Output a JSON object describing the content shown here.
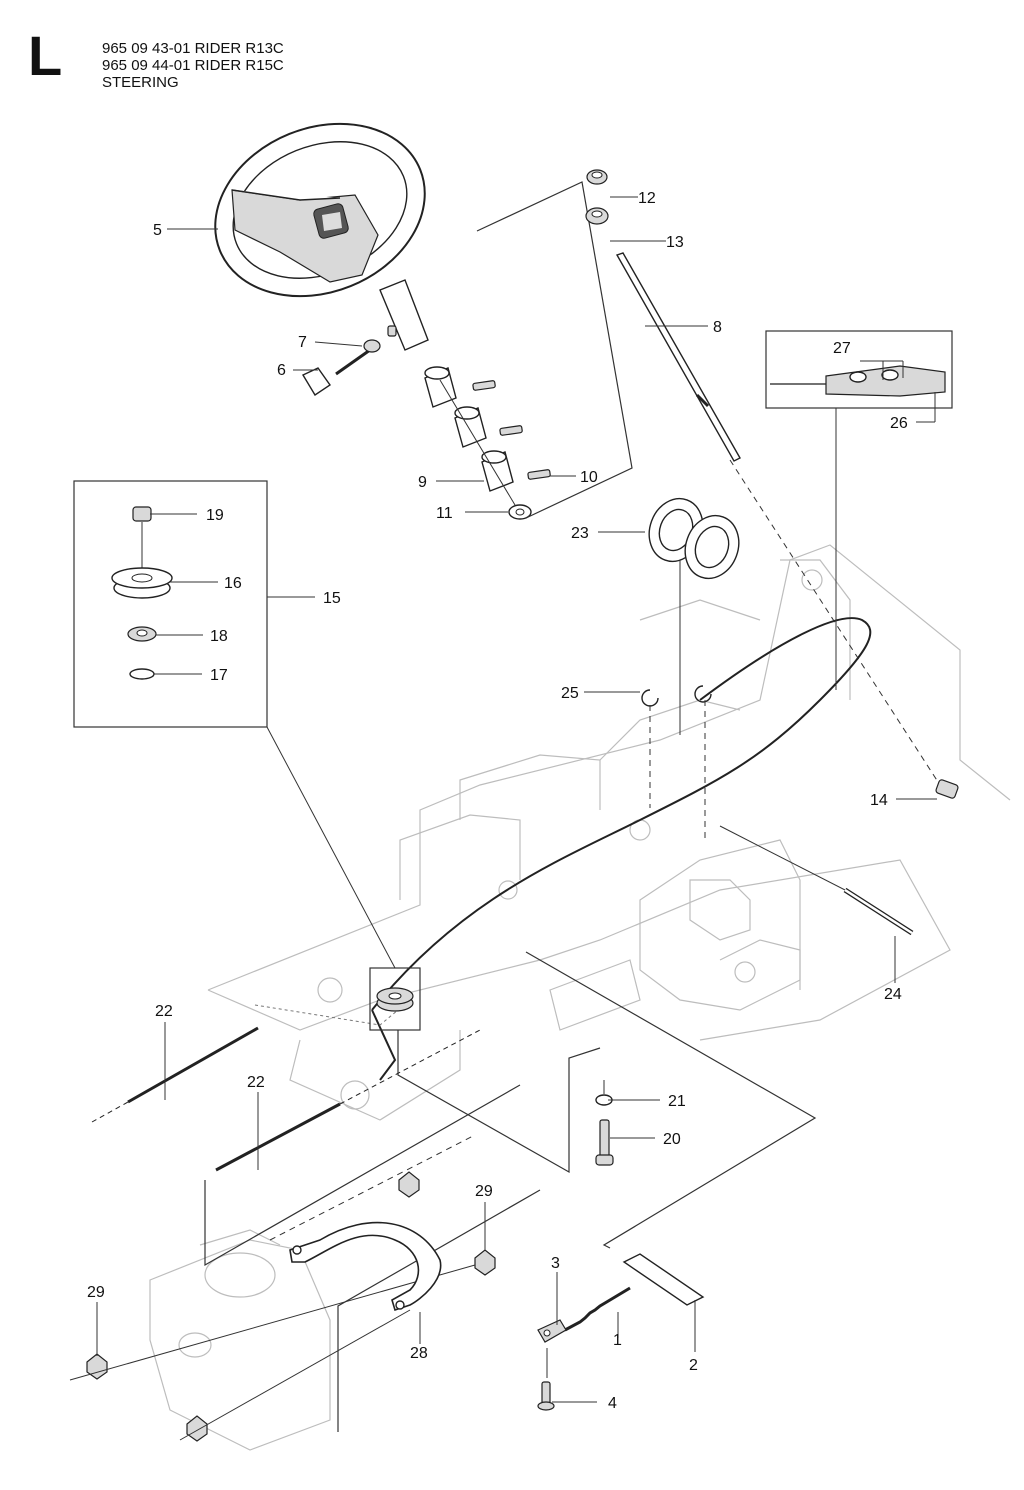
{
  "header": {
    "section_letter": "L",
    "lines": [
      "965 09 43-01 RIDER R13C",
      "965 09 44-01 RIDER R15C",
      "STEERING"
    ]
  },
  "callouts": {
    "c1": "1",
    "c2": "2",
    "c3": "3",
    "c4": "4",
    "c5": "5",
    "c6": "6",
    "c7": "7",
    "c8": "8",
    "c9": "9",
    "c10": "10",
    "c11": "11",
    "c12": "12",
    "c13": "13",
    "c14": "14",
    "c15": "15",
    "c16": "16",
    "c17": "17",
    "c18": "18",
    "c19": "19",
    "c20": "20",
    "c21": "21",
    "c22a": "22",
    "c22b": "22",
    "c23": "23",
    "c24": "24",
    "c25": "25",
    "c26": "26",
    "c27": "27",
    "c28": "28",
    "c29a": "29",
    "c29b": "29"
  },
  "icons": {
    "steering_wheel": "steering-wheel-icon",
    "logo": "husqvarna-crown-emblem"
  }
}
